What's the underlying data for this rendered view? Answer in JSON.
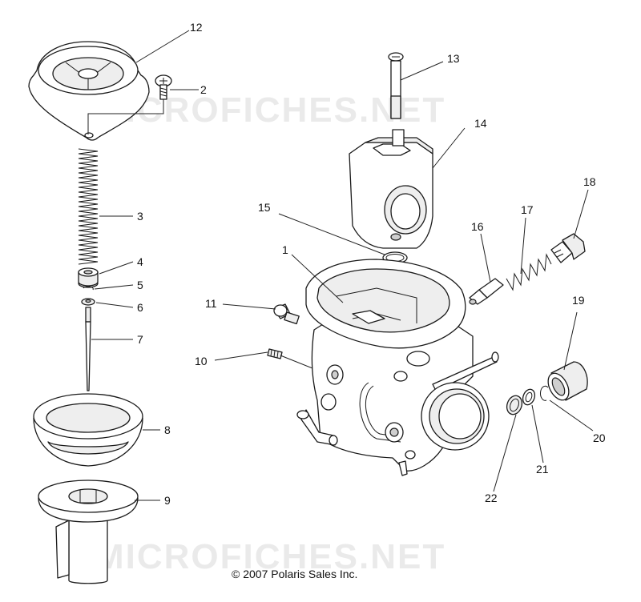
{
  "watermarks": [
    "MICROFICHES.NET",
    "MICROFICHES.NET"
  ],
  "copyright": "© 2007 Polaris Sales Inc.",
  "callouts": [
    "1",
    "2",
    "3",
    "4",
    "5",
    "6",
    "7",
    "8",
    "9",
    "10",
    "11",
    "12",
    "13",
    "14",
    "15",
    "16",
    "17",
    "18",
    "19",
    "20",
    "21",
    "22"
  ]
}
